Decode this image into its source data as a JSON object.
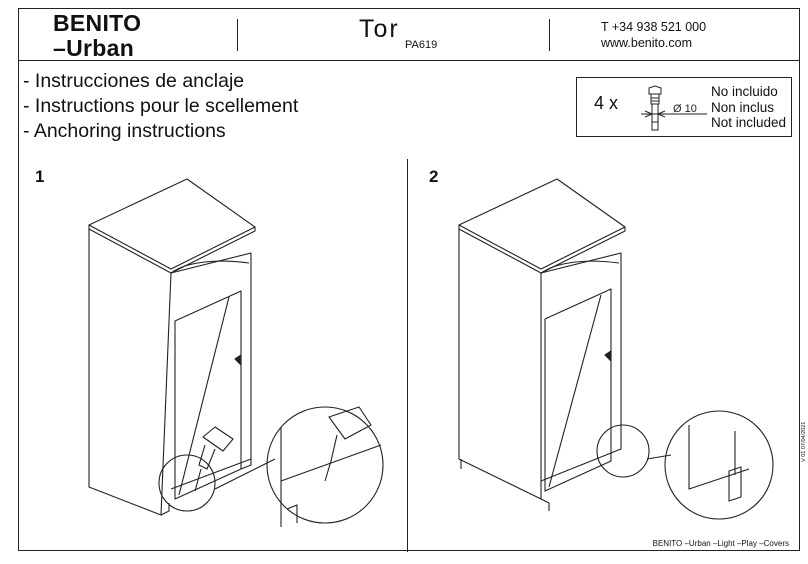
{
  "header": {
    "brand_line1": "BENITO",
    "brand_line2": "–Urban",
    "product_name": "Tor",
    "product_code": "PA619",
    "phone": "T +34 938 521 000",
    "website": "www.benito.com"
  },
  "titles": [
    "- Instrucciones de anclaje",
    "- Instructions pour le scellement",
    "- Anchoring instructions"
  ],
  "parts": {
    "quantity": "4 x",
    "diameter": "Ø 10",
    "not_included": [
      "No incluido",
      "Non inclus",
      "Not included"
    ]
  },
  "steps": [
    {
      "number": "1"
    },
    {
      "number": "2"
    }
  ],
  "footer": {
    "brands": "BENITO –Urban –Light –Play –Covers",
    "version": "V 01 07/04/2021"
  }
}
